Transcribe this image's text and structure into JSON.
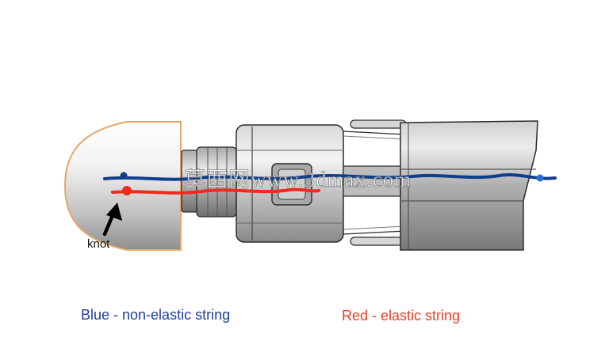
{
  "labels": {
    "knot": "knot",
    "legend_blue": "Blue - non-elastic string",
    "legend_red": "Red - elastic string",
    "watermark": "莫西网www.3dmax.com"
  },
  "colors": {
    "blue_string": "#0f3f8c",
    "red_string": "#ee2b1c",
    "legend_blue": "#1e3f9a",
    "legend_red": "#e8402a",
    "cap_outline": "#e3a86c",
    "part_gray": "#b9b9b9",
    "part_edge": "#2b2b2b"
  },
  "icons": {
    "knot_arrow": "arrow-up-icon"
  }
}
